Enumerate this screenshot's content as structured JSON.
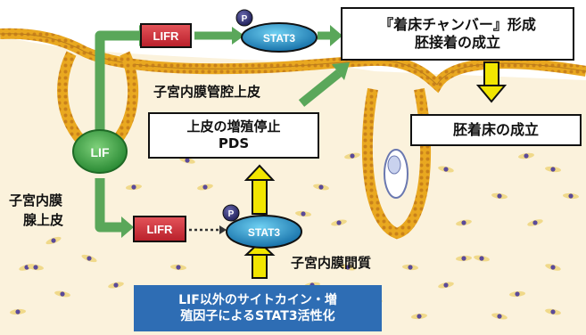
{
  "labels": {
    "lif": "LIF",
    "lifr_top": "LIFR",
    "lifr_bottom": "LIFR",
    "stat3_top": "STAT3",
    "stat3_bottom": "STAT3",
    "p_top": "P",
    "p_bottom": "P",
    "luminal_epithelium": "子宮内膜管腔上皮",
    "glandular_epithelium_line1": "子宮内膜",
    "glandular_epithelium_line2": "腺上皮",
    "stroma": "子宮内膜間質"
  },
  "boxes": {
    "chamber_line1": "『着床チャンバー』形成",
    "chamber_line2": "胚接着の成立",
    "pds_line1": "上皮の増殖停止",
    "pds_line2": "PDS",
    "implantation": "胚着床の成立"
  },
  "callout": {
    "line1": "LIF以外のサイトカイン・増",
    "line2": "殖因子によるSTAT3活性化"
  },
  "colors": {
    "lifr_fill": "#d8323c",
    "stat3_fill": "#1e90c8",
    "lif_fill": "#2f9a3c",
    "pathway_arrow": "#5aa75a",
    "signal_arrow": "#f2e600",
    "callout_fill": "#2e6db4",
    "tissue_band": "#e9a820",
    "stroma_cell": "#5a4a9a"
  }
}
